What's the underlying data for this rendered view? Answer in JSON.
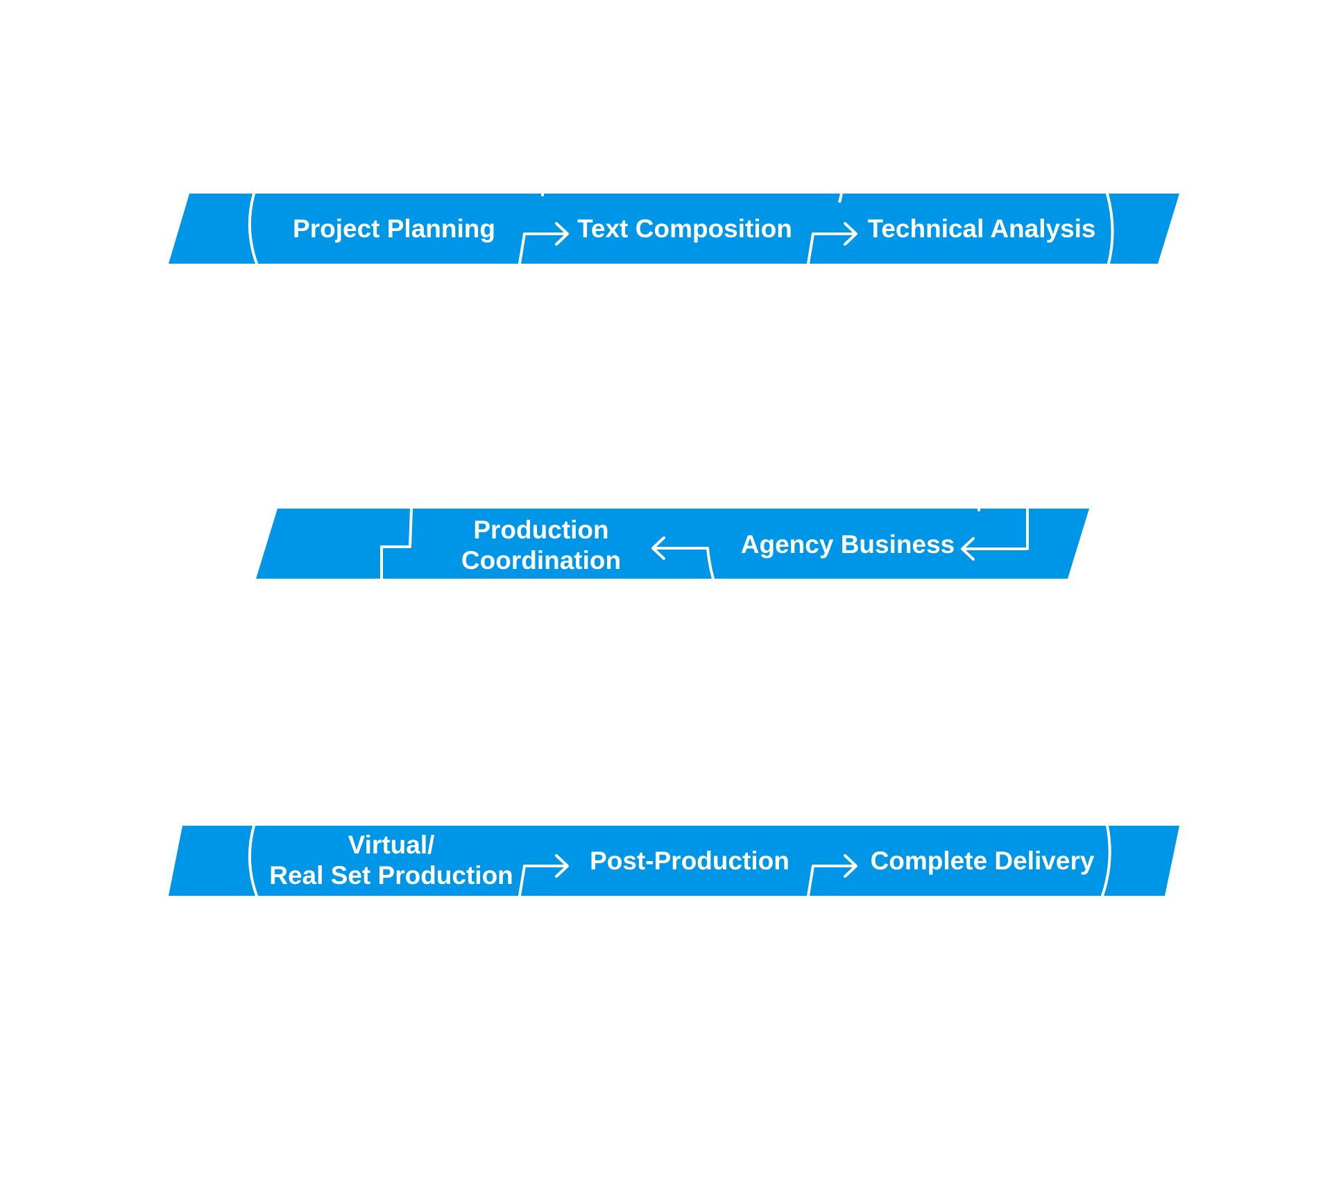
{
  "colors": {
    "band": "#0096e8",
    "line": "#ffffff",
    "background": "#ffffff"
  },
  "rows": [
    {
      "direction": "forward",
      "steps": [
        {
          "lines": [
            "Project Planning"
          ]
        },
        {
          "lines": [
            "Text Composition"
          ]
        },
        {
          "lines": [
            "Technical Analysis"
          ]
        }
      ]
    },
    {
      "direction": "backward",
      "steps": [
        {
          "lines": [
            "Production",
            "Coordination"
          ]
        },
        {
          "lines": [
            "Agency Business"
          ]
        }
      ]
    },
    {
      "direction": "forward",
      "steps": [
        {
          "lines": [
            "Virtual/",
            "Real Set Production"
          ]
        },
        {
          "lines": [
            "Post-Production"
          ]
        },
        {
          "lines": [
            "Complete Delivery"
          ]
        }
      ]
    }
  ]
}
